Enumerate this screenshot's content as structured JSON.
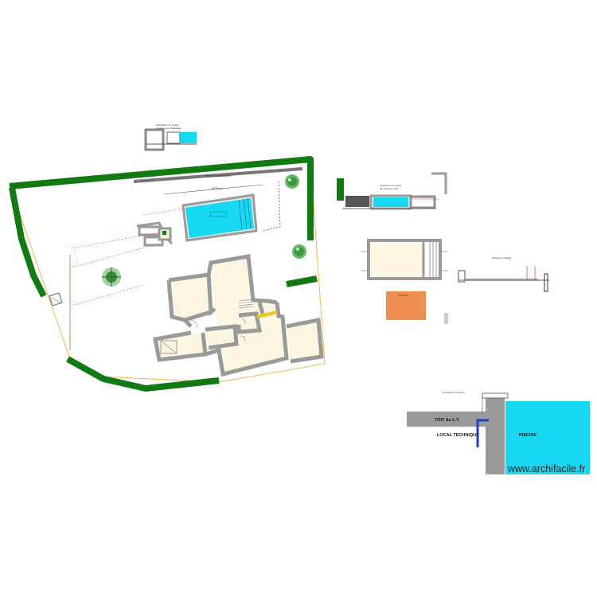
{
  "colors": {
    "hedge": "#127a12",
    "pool": "#17d8f2",
    "wall": "#9a9a9a",
    "room_fill": "#fbf5e1",
    "roof": "#f09050",
    "boundary": "#f2b84a",
    "pipe": "#1f3fc8",
    "dark_wall": "#8c8c8c",
    "red_dash": "#e04a4a"
  },
  "labels": {
    "pool_dimension": "14,00 m",
    "boundary_top": "Mur de soutènement",
    "roof_label": "TOITURE",
    "toit_lt": "TOIT du L.T.",
    "local_technique": "LOCAL TECHNIQUE",
    "piscine": "PISCINE",
    "small_top_label_1": "Vérification du niveau",
    "small_top_label_2": "ouverture de l'habitation",
    "section_label_1": "Ouverture au niveau",
    "section_label_2": "de la piscine côté",
    "elevation_note": "Fenêtre en vitrage",
    "bottom_note": "Emplacement trappe"
  },
  "watermark": "www.archifacile.fr"
}
